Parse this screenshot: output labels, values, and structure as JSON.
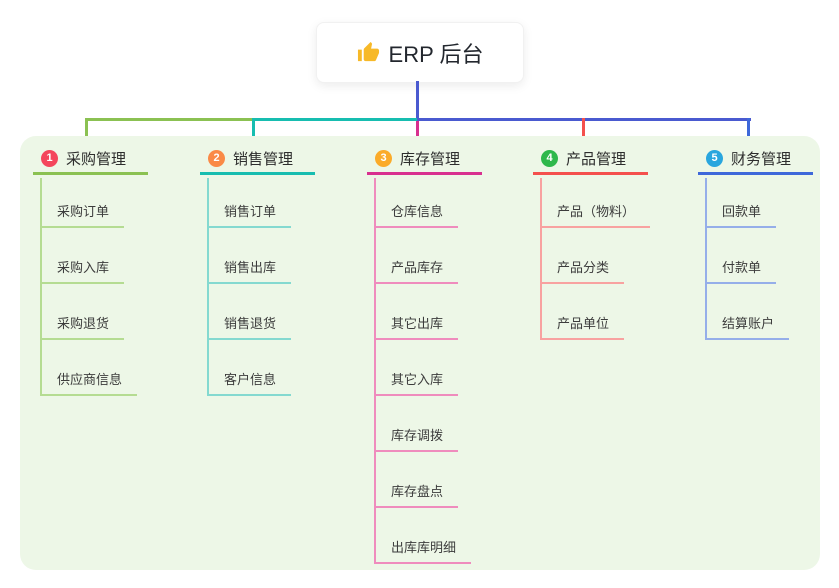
{
  "root": {
    "label": "ERP 后台",
    "icon": "thumbs-up-icon"
  },
  "branches": [
    {
      "index": "1",
      "label": "采购管理",
      "badge_color": "#f4465c",
      "line_color": "#8bc152",
      "child_line_color": "#b5dc92",
      "children": [
        "采购订单",
        "采购入库",
        "采购退货",
        "供应商信息"
      ]
    },
    {
      "index": "2",
      "label": "销售管理",
      "badge_color": "#fa8a47",
      "line_color": "#17bdb0",
      "child_line_color": "#84d9d0",
      "children": [
        "销售订单",
        "销售出库",
        "销售退货",
        "客户信息"
      ]
    },
    {
      "index": "3",
      "label": "库存管理",
      "badge_color": "#fbab29",
      "line_color": "#d8308f",
      "child_line_color": "#ef8cbd",
      "children": [
        "仓库信息",
        "产品库存",
        "其它出库",
        "其它入库",
        "库存调拨",
        "库存盘点",
        "出库库明细"
      ]
    },
    {
      "index": "4",
      "label": "产品管理",
      "badge_color": "#2eb84b",
      "line_color": "#f4504d",
      "child_line_color": "#f8a2a0",
      "children": [
        "产品（物料）",
        "产品分类",
        "产品单位"
      ]
    },
    {
      "index": "5",
      "label": "财务管理",
      "badge_color": "#29a6de",
      "line_color": "#3e68da",
      "child_line_color": "#95aee9",
      "children": [
        "回款单",
        "付款单",
        "结算账户"
      ]
    }
  ],
  "colors": {
    "trunk": "#4a5ad0",
    "panel_bg": "#edf7e7",
    "canvas_bg": "#ffffff",
    "icon_yellow": "#f7b928"
  }
}
